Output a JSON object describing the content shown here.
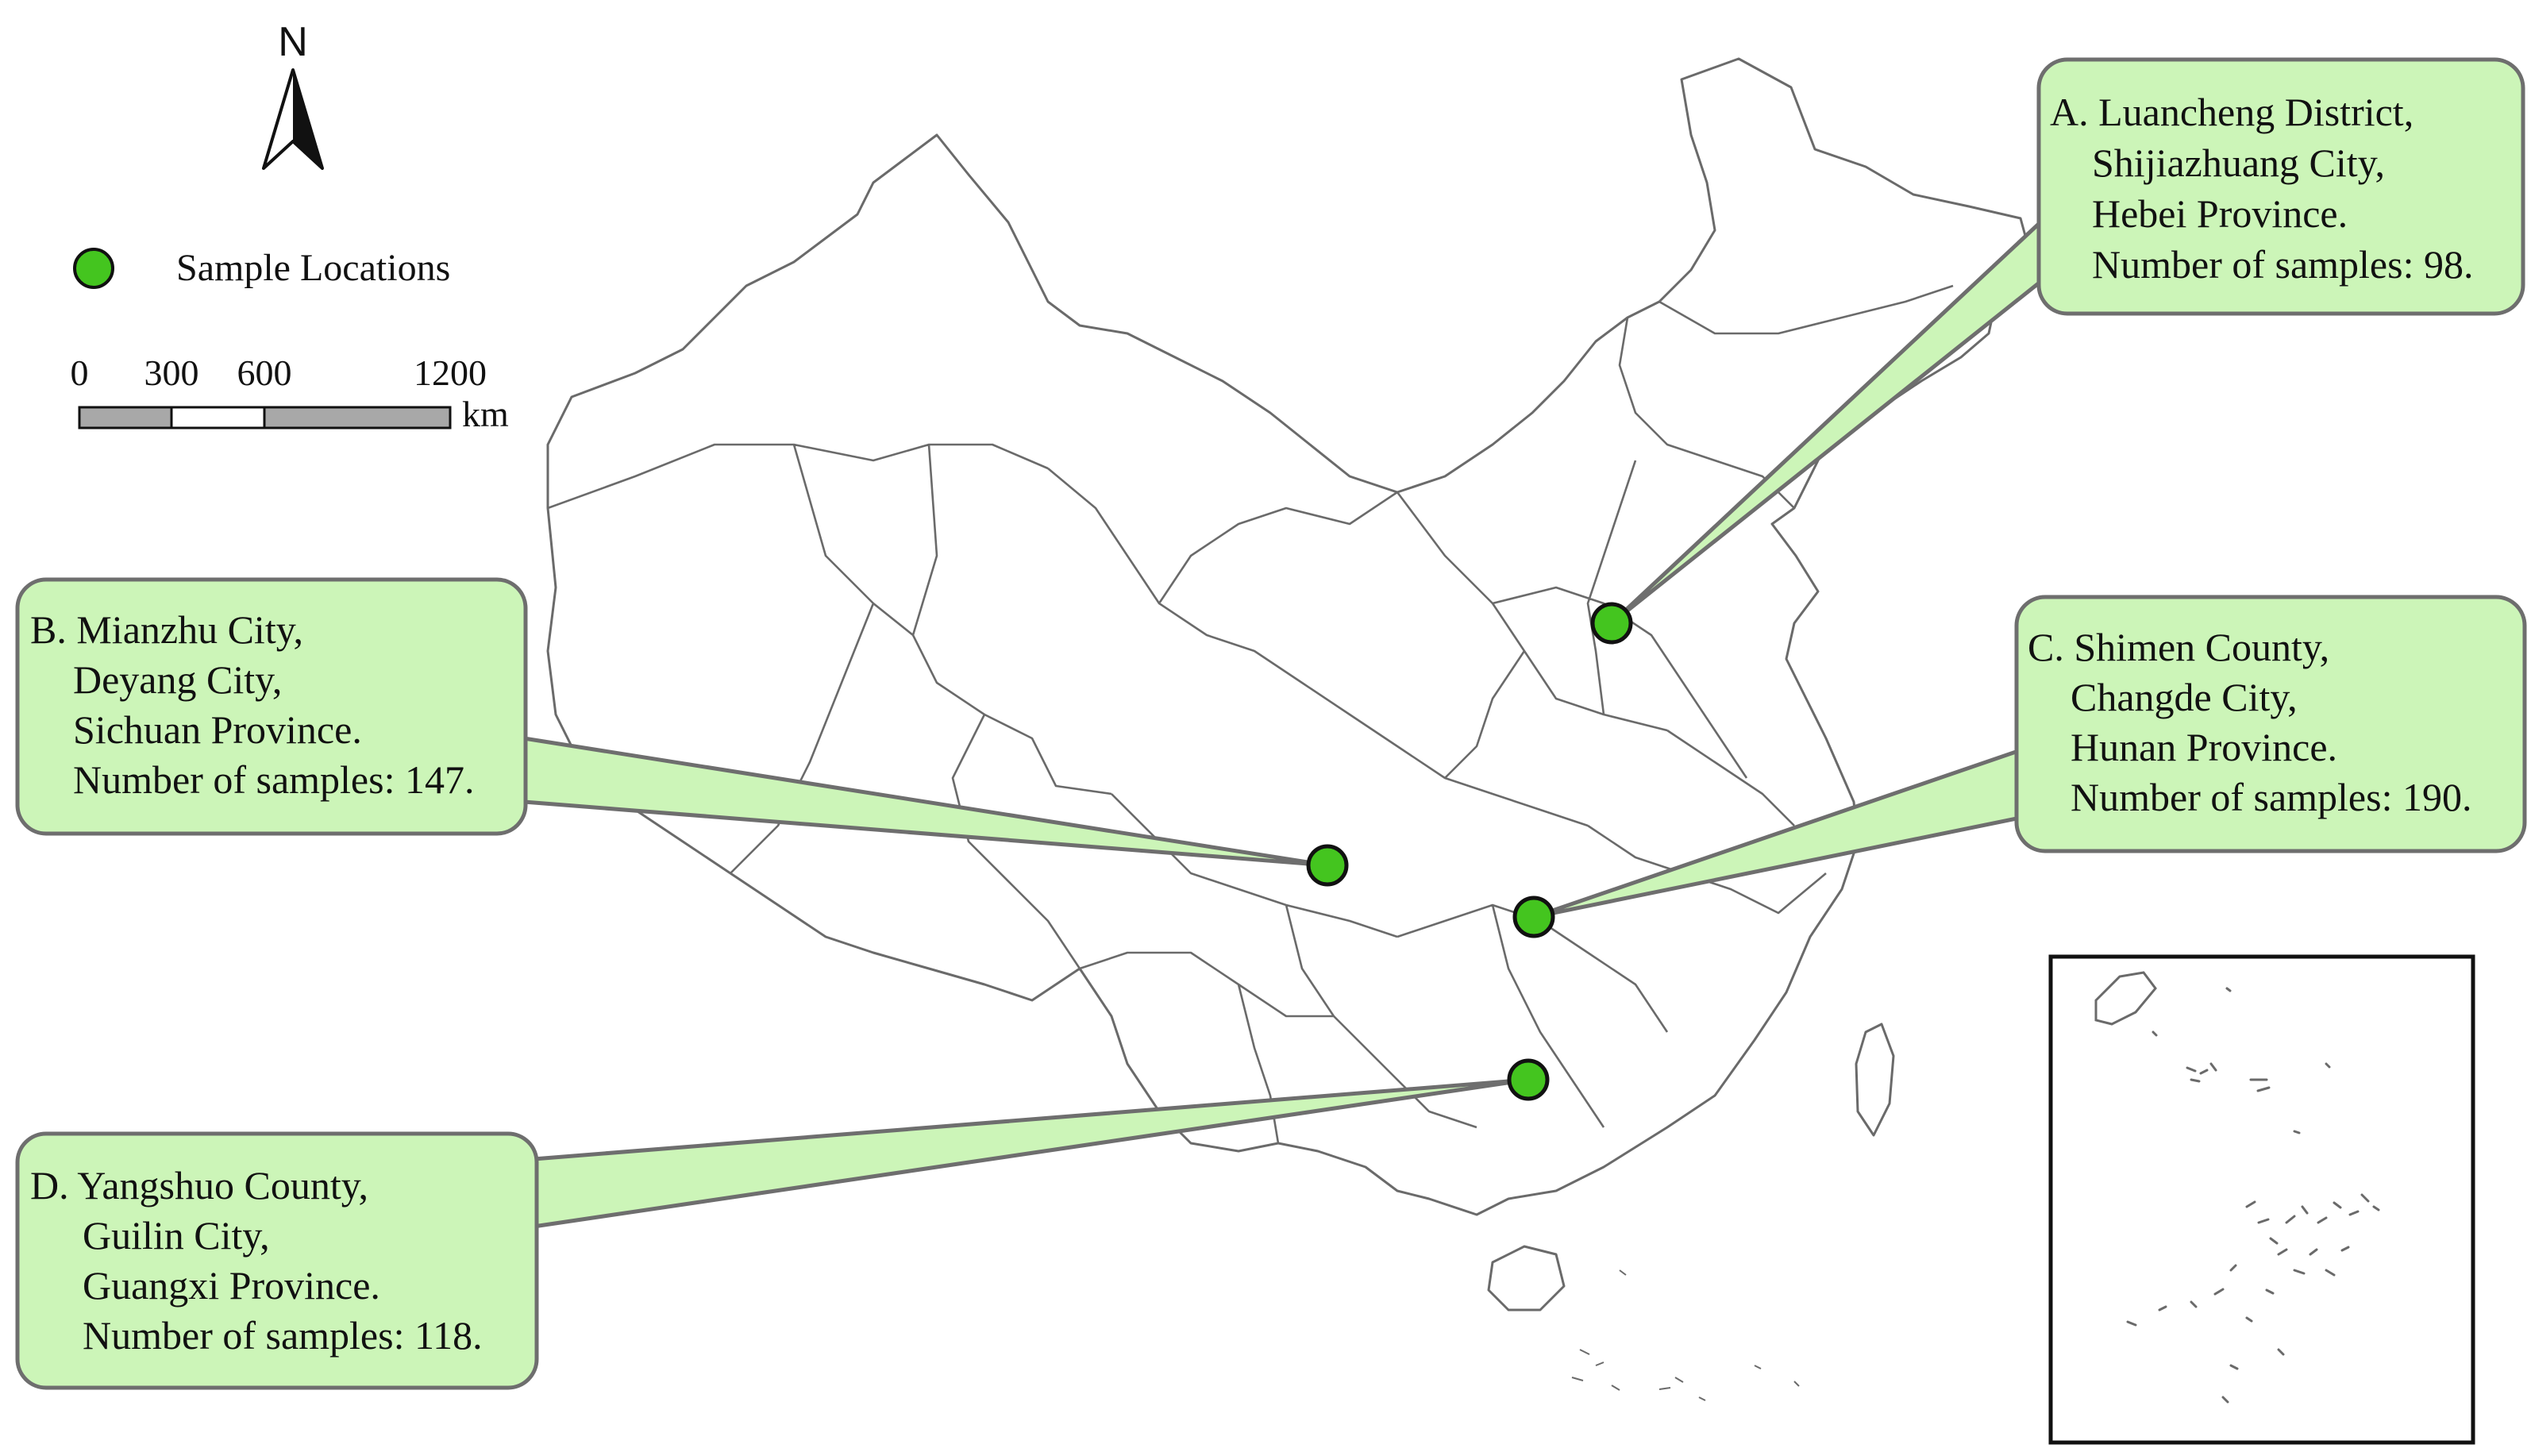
{
  "north_arrow": {
    "label": "N"
  },
  "legend": {
    "label": "Sample Locations",
    "marker_color": "#44c51f"
  },
  "scale_bar": {
    "ticks": [
      "0",
      "300",
      "600",
      "1200"
    ],
    "unit": "km"
  },
  "colors": {
    "callout_fill": "#ccf5b8",
    "callout_stroke": "#6e6e6e",
    "point_fill": "#44c51f",
    "boundary": "#6a6a6a"
  },
  "sites": [
    {
      "id": "A",
      "lines": [
        "A. Luancheng District,",
        "Shijiazhuang City,",
        "Hebei Province.",
        "Number of samples: 98."
      ],
      "samples": 98
    },
    {
      "id": "B",
      "lines": [
        "B. Mianzhu City,",
        "Deyang City,",
        "Sichuan Province.",
        "Number of samples: 147."
      ],
      "samples": 147
    },
    {
      "id": "C",
      "lines": [
        "C. Shimen County,",
        "Changde City,",
        "Hunan Province.",
        "Number of samples: 190."
      ],
      "samples": 190
    },
    {
      "id": "D",
      "lines": [
        "D. Yangshuo County,",
        "Guilin City,",
        "Guangxi Province.",
        "Number of samples: 118."
      ],
      "samples": 118
    }
  ]
}
